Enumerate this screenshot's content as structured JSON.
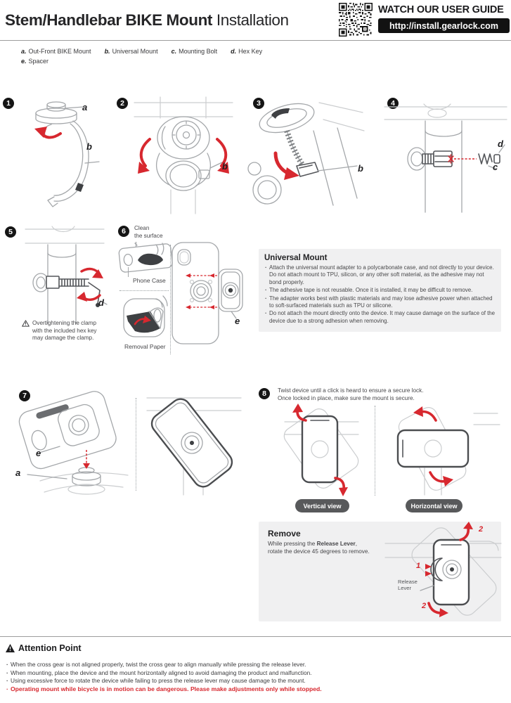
{
  "accent_red": "#d7282f",
  "header": {
    "title_bold": "Stem/Handlebar BIKE Mount",
    "title_regular": "Installation",
    "watch_label": "WATCH OUR USER GUIDE",
    "guide_url": "http://install.gearlock.com"
  },
  "parts": {
    "a_key": "a.",
    "a_name": "Out-Front BIKE Mount",
    "b_key": "b.",
    "b_name": "Universal Mount",
    "c_key": "c.",
    "c_name": "Mounting Bolt",
    "d_key": "d.",
    "d_name": "Hex Key",
    "e_key": "e.",
    "e_name": "Spacer"
  },
  "labels": {
    "a": "a",
    "b": "b",
    "c": "c",
    "d": "d",
    "e": "e"
  },
  "steps": {
    "n1": "1",
    "n2": "2",
    "n3": "3",
    "n4": "4",
    "n5": "5",
    "n6": "6",
    "n7": "7",
    "n8": "8"
  },
  "step5": {
    "warning": "Overtightening the clamp\nwith the included hex key\nmay damage the clamp."
  },
  "step6": {
    "clean": "Clean\nthe surface",
    "phone_case": "Phone Case",
    "removal_paper": "Removal Paper"
  },
  "universal_mount": {
    "title": "Universal Mount",
    "bullets": [
      "Attach the universal mount adapter to a polycarbonate case, and not directly to your device. Do not attach mount to TPU, silicon, or any other soft material, as the adhesive may not bond properly.",
      "The adhesive tape is not reusable. Once it is installed, it may be difficult to remove.",
      "The adapter works best with plastic materials and may lose adhesive power when attached to soft-surfaced materials such as TPU or silicone.",
      "Do not attach the mount directly onto the device. It may cause damage on the surface of the device due to a strong adhesion when removing."
    ]
  },
  "step8": {
    "line1": "Twist device until a click is heard to ensure a secure lock.",
    "line2": "Once locked in place, make sure the mount is secure.",
    "vertical_view": "Vertical view",
    "horizontal_view": "Horizontal view"
  },
  "remove": {
    "title": "Remove",
    "body_pre": "While pressing the ",
    "body_bold": "Release Lever",
    "body_comma": ",",
    "body_line2": "rotate the device 45 degrees to remove.",
    "lever_label": "Release\nLever",
    "num_press": "1",
    "num_rotate_top": "2",
    "num_rotate_bottom": "2"
  },
  "attention": {
    "title": "Attention Point",
    "bullets": [
      "When the cross gear is not aligned properly, twist the cross gear to align manually while pressing the release lever.",
      "When mounting, place the device and the mount horizontally aligned to avoid damaging the product and malfunction.",
      "Using excessive force to rotate the device while failing to press the release lever may cause damage to the mount."
    ],
    "warning": "Operating mount while bicycle is in motion can be dangerous. Please make adjustments only while stopped."
  }
}
